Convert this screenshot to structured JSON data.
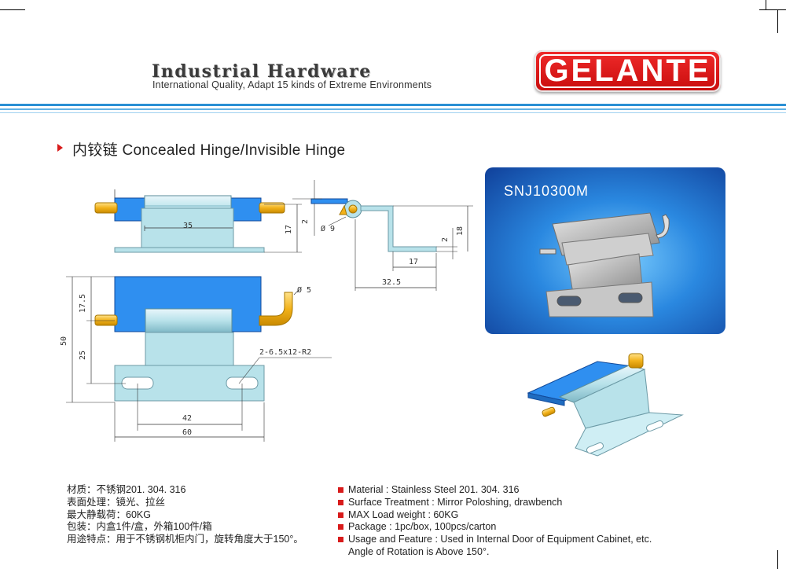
{
  "header": {
    "title": "Industrial Hardware",
    "subtitle": "International Quality, Adapt 15 kinds of Extreme Environments",
    "logo": "GELANTE"
  },
  "section": {
    "title": "内铰链 Concealed Hinge/Invisible Hinge"
  },
  "photo": {
    "model": "SNJ10300M"
  },
  "dimensions": {
    "d35": "35",
    "d17a": "17",
    "d2a": "2",
    "d9": "Ø 9",
    "d2b": "2",
    "d18": "18",
    "d17b": "17",
    "d32": "32.5",
    "d5": "Ø 5",
    "d175": "17.5",
    "d50": "50",
    "d25": "25",
    "slot": "2-6.5x12-R2",
    "d42": "42",
    "d60": "60"
  },
  "specs_cn": [
    "材质：不锈钢201. 304. 316",
    "表面处理：镜光、拉丝",
    "最大静载荷：60KG",
    "包装：内盒1件/盒，外箱100件/箱",
    "用途特点：用于不锈钢机柜内门，旋转角度大于150°。"
  ],
  "specs_en": [
    "Material : Stainless Steel 201. 304. 316",
    "Surface Treatment : Mirror Poloshing, drawbench",
    "MAX Load weight : 60KG",
    "Package : 1pc/box,  100pcs/carton",
    "Usage and Feature : Used in Internal Door of Equipment Cabinet, etc.",
    "Angle of Rotation is Above 150°."
  ],
  "colors": {
    "accent_red": "#d81b1b",
    "band_blue": "#2a8fd4",
    "part_blue": "#2f8ff0",
    "part_plate": "#b8e2ea",
    "part_pin": "#f2b21b"
  }
}
